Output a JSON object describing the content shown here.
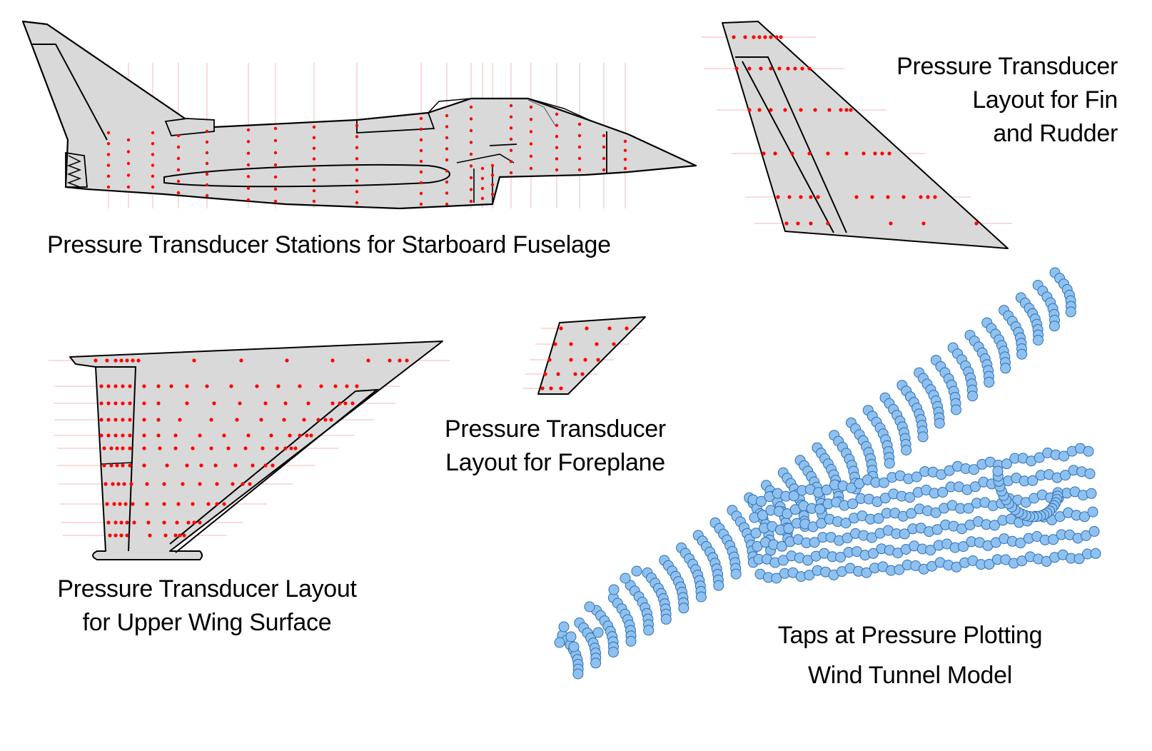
{
  "colors": {
    "panel_fill": "#d9d9d9",
    "outline": "#000000",
    "transducer": "#ff0000",
    "guide_line": "#f2b8b8",
    "tap_fill": "#8fc1f0",
    "tap_stroke": "#2f6fb0"
  },
  "captions": {
    "fuselage": "Pressure Transducer Stations for Starboard Fuselage",
    "fin": "Pressure Transducer\nLayout for Fin\nand Rudder",
    "wing": "Pressure Transducer Layout\nfor Upper Wing Surface",
    "foreplane": "Pressure Transducer\nLayout for Foreplane",
    "model": "Taps at Pressure Plotting\nWind Tunnel Model"
  }
}
